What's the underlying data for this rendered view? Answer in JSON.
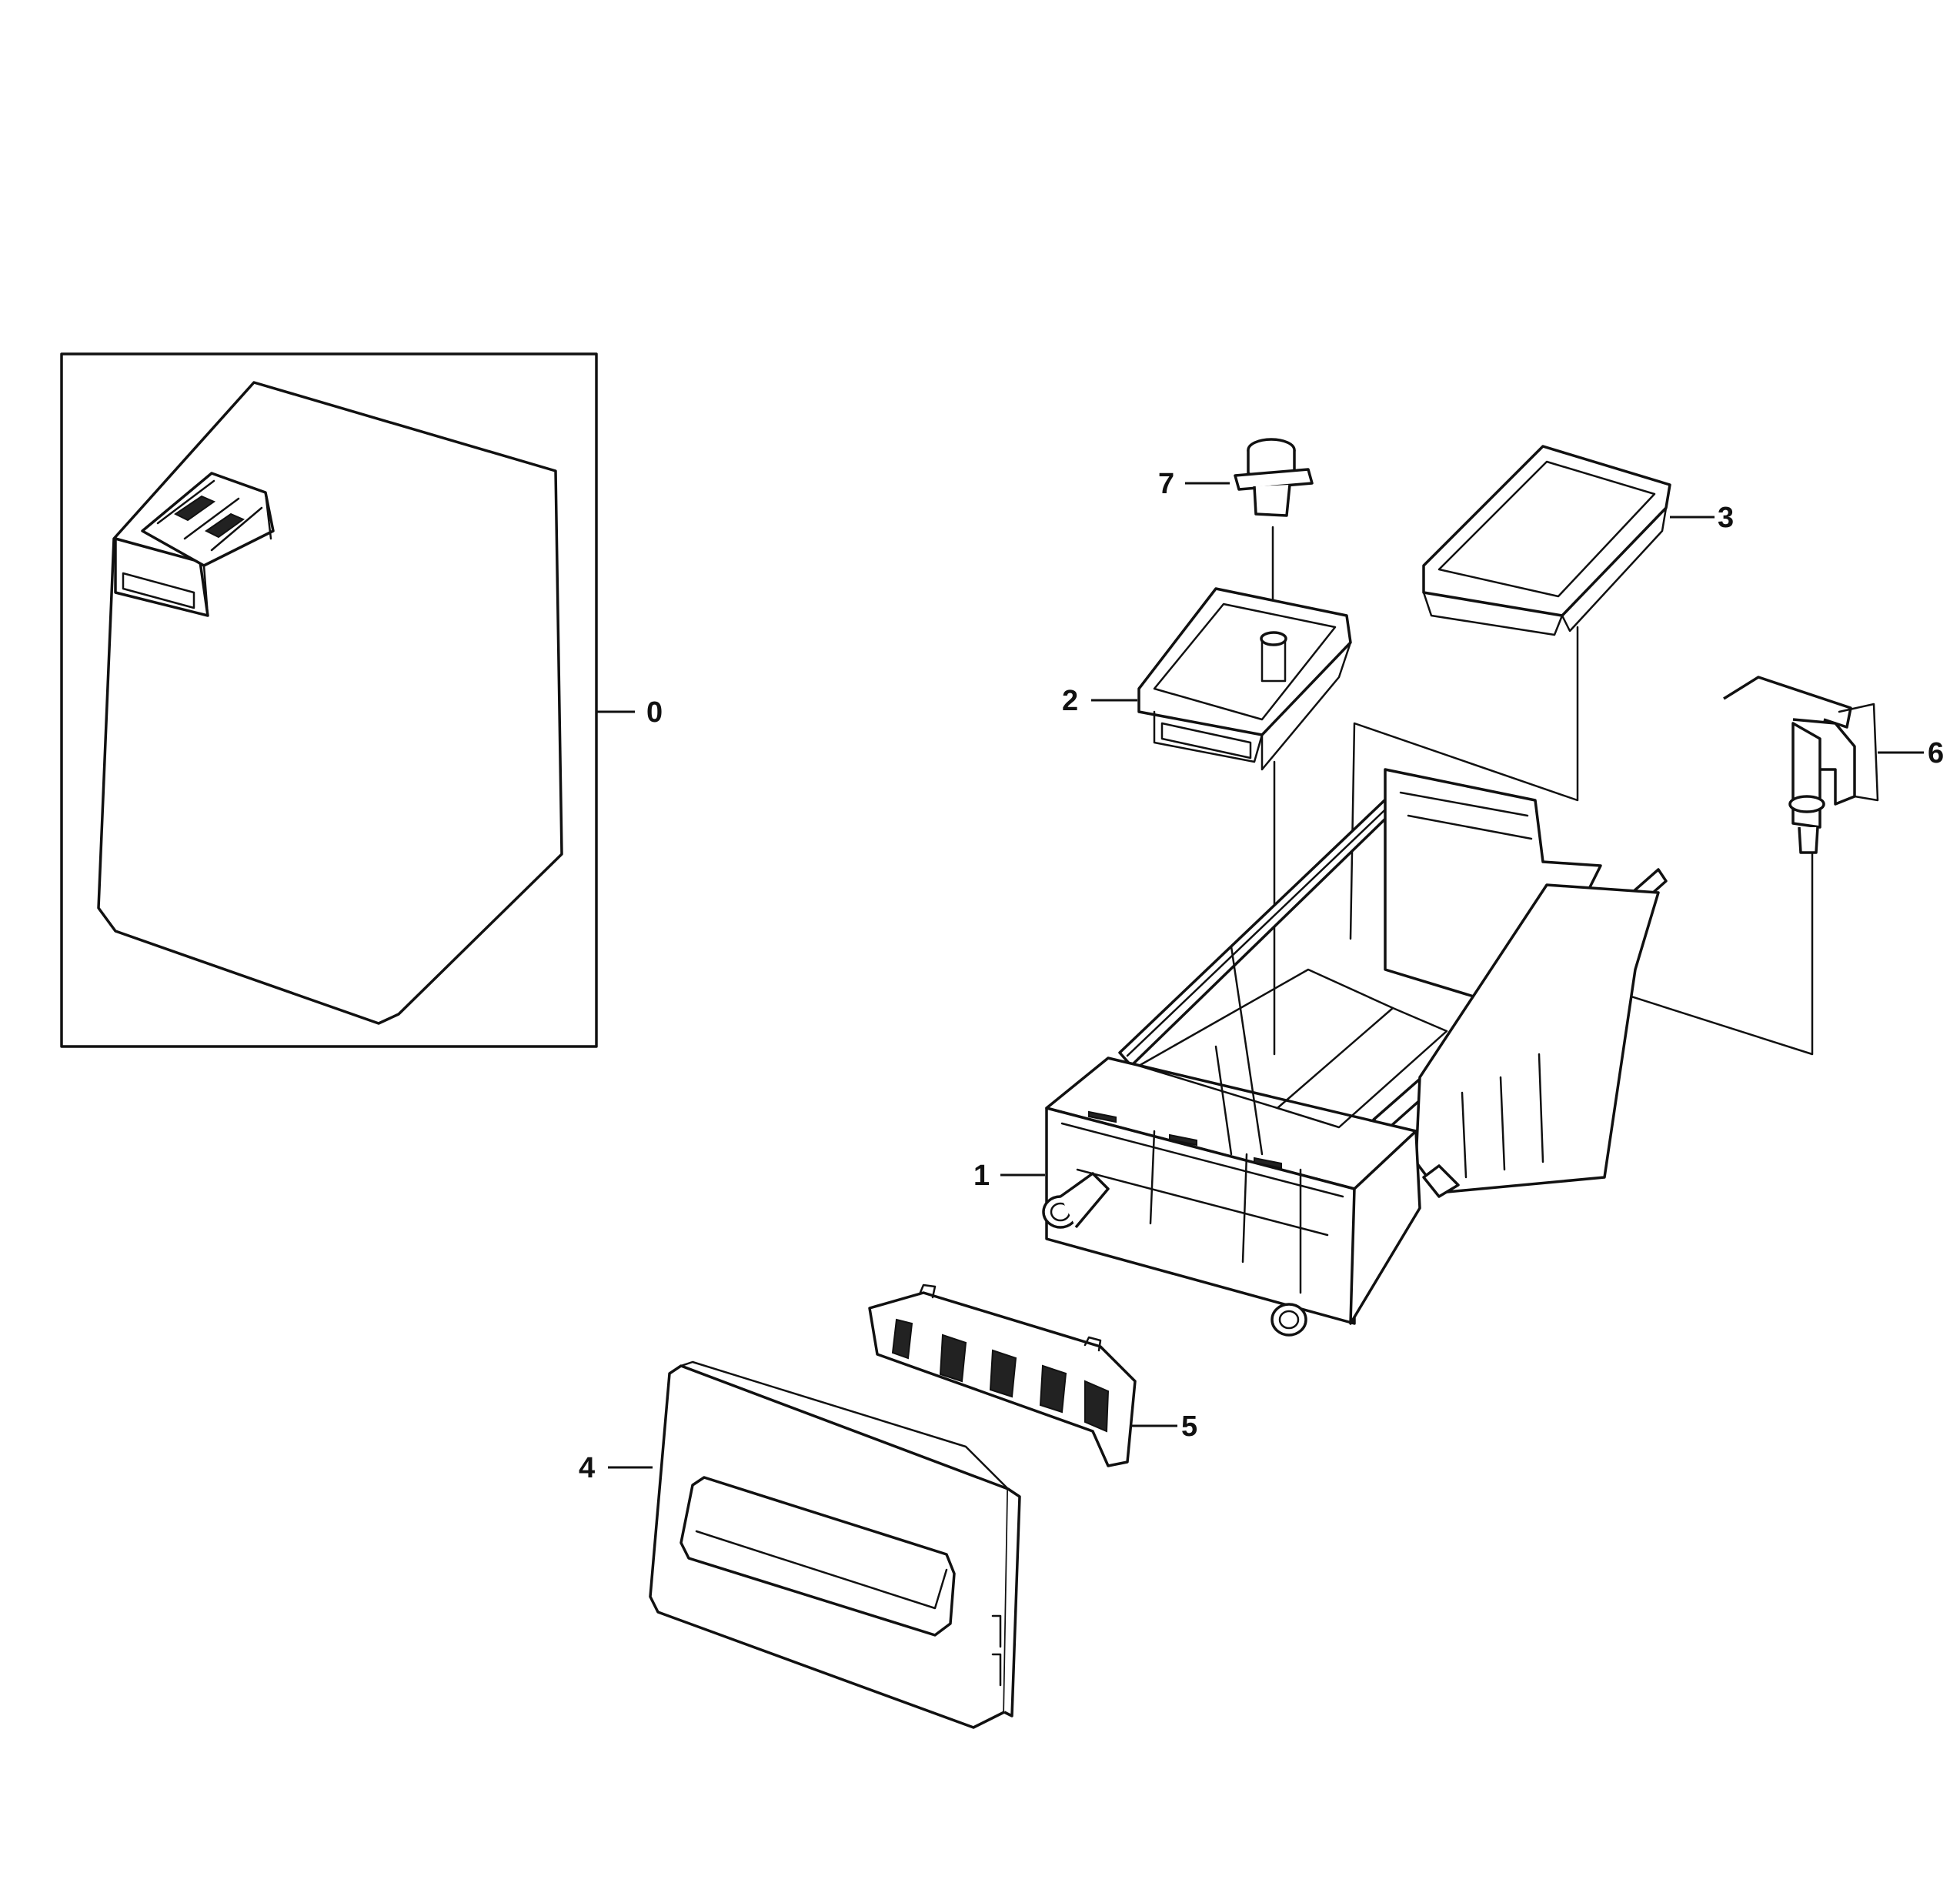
{
  "callouts": [
    {
      "id": "0",
      "label": "0"
    },
    {
      "id": "1",
      "label": "1"
    },
    {
      "id": "2",
      "label": "2"
    },
    {
      "id": "3",
      "label": "3"
    },
    {
      "id": "4",
      "label": "4"
    },
    {
      "id": "5",
      "label": "5"
    },
    {
      "id": "6",
      "label": "6"
    },
    {
      "id": "7",
      "label": "7"
    }
  ]
}
